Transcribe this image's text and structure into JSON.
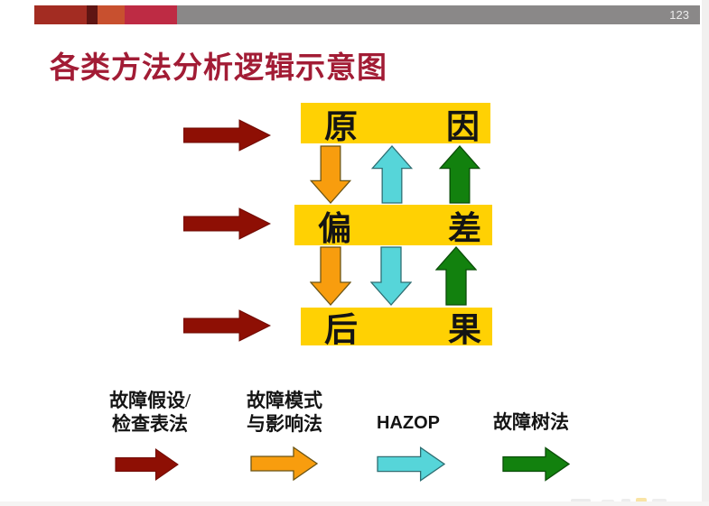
{
  "page": {
    "number": "123"
  },
  "title": "各类方法分析逻辑示意图",
  "colors": {
    "accent_maroon": "#8E0F04",
    "accent_orange": "#F89D0E",
    "accent_cyan": "#56D5D9",
    "accent_green": "#12810E",
    "box_yellow": "#FFD103",
    "title_red": "#A21C35",
    "bar_gray": "#8A8888",
    "bar_segments": [
      "#A32C22",
      "#5F1513",
      "#C8502F",
      "#BE2B44"
    ]
  },
  "diagram": {
    "boxes": [
      {
        "left": "原",
        "right": "因"
      },
      {
        "left": "偏",
        "right": "差"
      },
      {
        "left": "后",
        "right": "果"
      }
    ]
  },
  "legend": [
    {
      "label": "故障假设/\n检查表法"
    },
    {
      "label": "故障模式\n与影响法"
    },
    {
      "label": "HAZOP"
    },
    {
      "label": "故障树法"
    }
  ]
}
